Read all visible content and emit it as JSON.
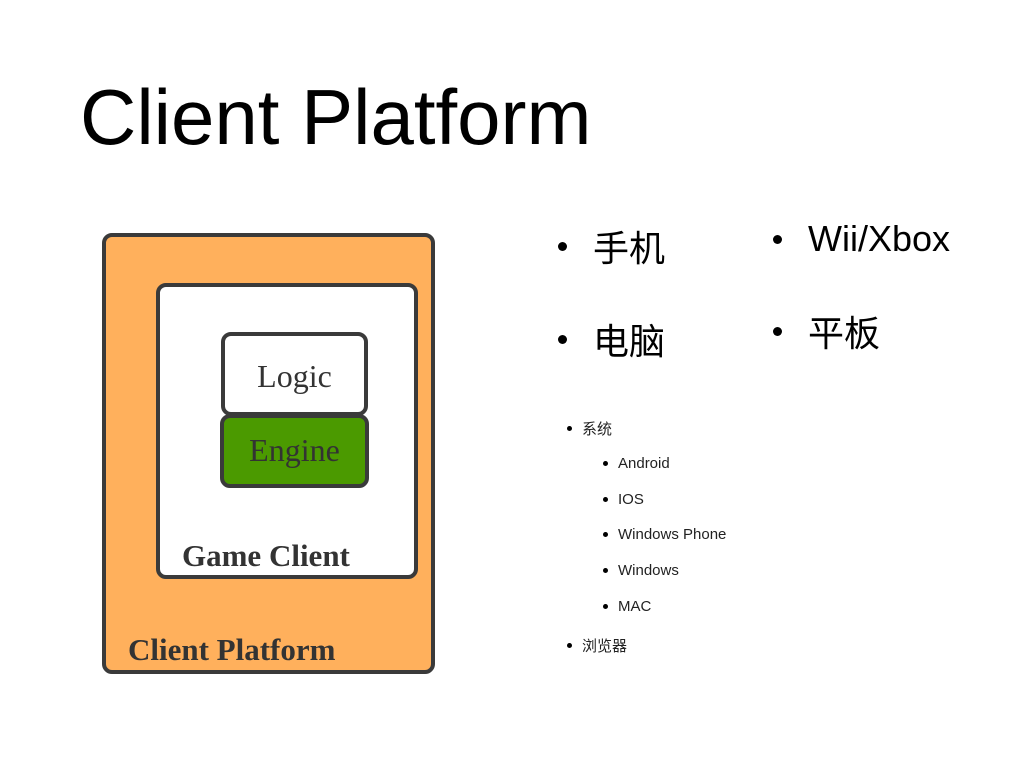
{
  "slide": {
    "title": "Client Platform"
  },
  "diagram": {
    "outer_label": "Client Platform",
    "inner_label": "Game Client",
    "logic_label": "Logic",
    "engine_label": "Engine",
    "colors": {
      "platform_fill": "#ffb05c",
      "engine_fill": "#4b9a00",
      "border": "#3a3a3a"
    }
  },
  "devices": [
    {
      "label": "手机"
    },
    {
      "label": "电脑"
    },
    {
      "label": "Wii/Xbox"
    },
    {
      "label": "平板"
    }
  ],
  "systems": {
    "label": "系统",
    "items": [
      "Android",
      "IOS",
      "Windows Phone",
      "Windows",
      "MAC"
    ],
    "browser_label": "浏览器"
  }
}
